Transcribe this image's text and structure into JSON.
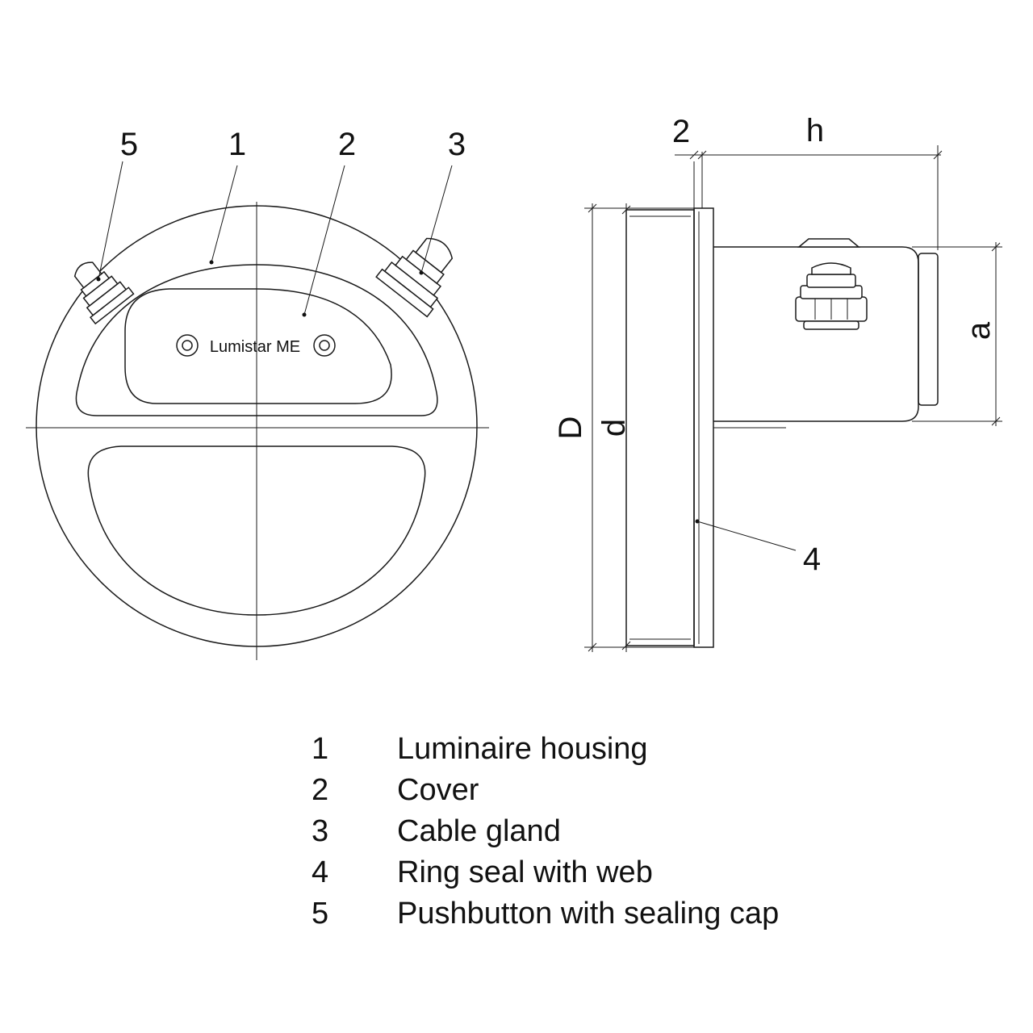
{
  "front_view": {
    "brand_label": "Lumistar ME",
    "callouts": [
      "5",
      "1",
      "2",
      "3"
    ]
  },
  "side_view": {
    "dim_labels": {
      "small_gap": "2",
      "h": "h",
      "a": "a",
      "D": "D",
      "d": "d"
    },
    "callout_4": "4"
  },
  "legend": [
    {
      "num": "1",
      "text": "Luminaire housing"
    },
    {
      "num": "2",
      "text": "Cover"
    },
    {
      "num": "3",
      "text": "Cable gland"
    },
    {
      "num": "4",
      "text": "Ring seal with web"
    },
    {
      "num": "5",
      "text": "Pushbutton with sealing cap"
    }
  ]
}
